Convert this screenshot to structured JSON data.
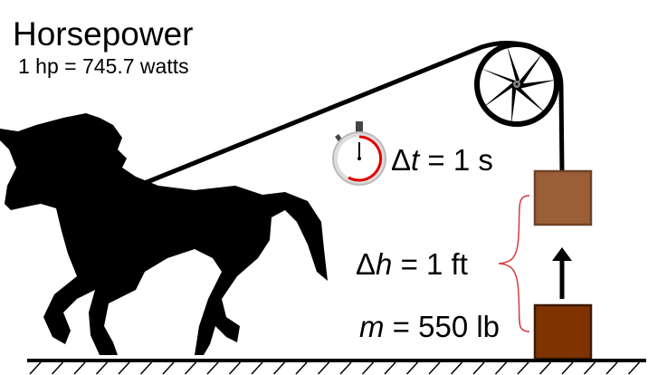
{
  "title": "Horsepower",
  "subtitle": "1 hp = 745.7 watts",
  "labels": {
    "time_symbol": "Δ",
    "time_var": "t",
    "time_value": " = 1 s",
    "height_symbol": "Δ",
    "height_var": "h",
    "height_value": " = 1 ft",
    "mass_var": "m",
    "mass_value": " = 550 lb"
  },
  "colors": {
    "upper_box": "#9b5e37",
    "upper_box_border": "#6e4329",
    "lower_box": "#7f3300",
    "lower_box_border": "#3d1a05",
    "brace": "#d33c3c",
    "stopwatch_accent": "#e00000"
  }
}
